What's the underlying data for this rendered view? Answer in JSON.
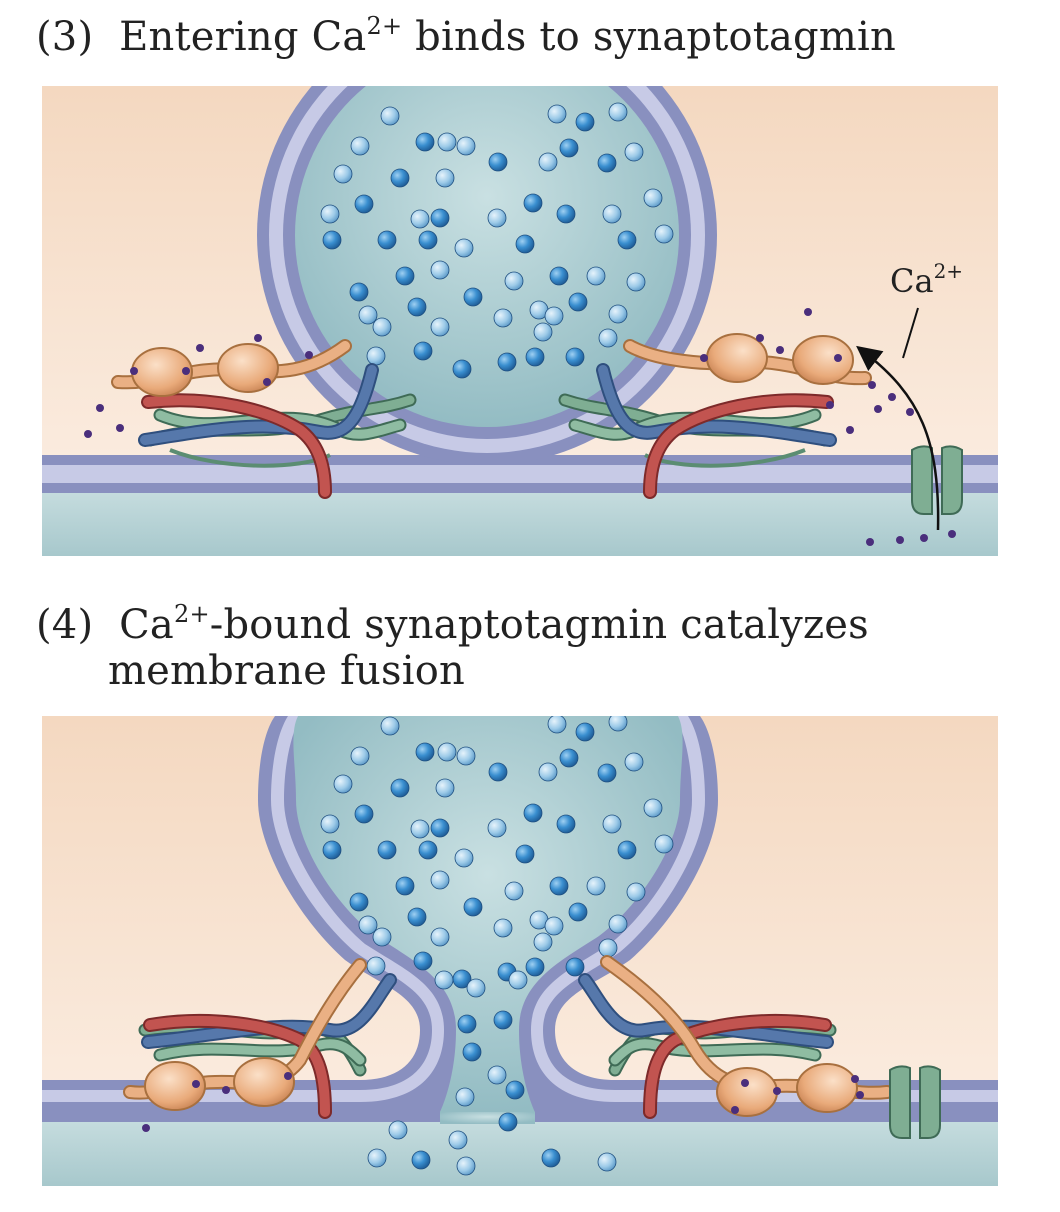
{
  "panels": [
    {
      "number": "(3)",
      "caption_pre": "Entering Ca",
      "caption_sup": "2+",
      "caption_post": " binds to synaptotagmin",
      "caption_line2": "",
      "ion_label": "Ca",
      "ion_sup": "2+"
    },
    {
      "number": "(4)",
      "caption_pre": "Ca",
      "caption_sup": "2+",
      "caption_post": "-bound synaptotagmin catalyzes",
      "caption_line2": "membrane fusion"
    }
  ],
  "colors": {
    "cytoplasm_top": "#f5ddc6",
    "cytoplasm_bottom": "#fbeee2",
    "extracellular": "#b8d3d6",
    "vesicle_lumen": "#a9cacf",
    "membrane_dark": "#8990bf",
    "membrane_light": "#c6c9e5",
    "synaptotagmin": "#e6a877",
    "syntaxin": "#c04b46",
    "synaptobrevin": "#4f6fa3",
    "snap25": "#74a88c",
    "calcium_ion": "#4a2e7c",
    "neurotransmitter": "#3f8dc8",
    "channel": "#7fae93"
  }
}
